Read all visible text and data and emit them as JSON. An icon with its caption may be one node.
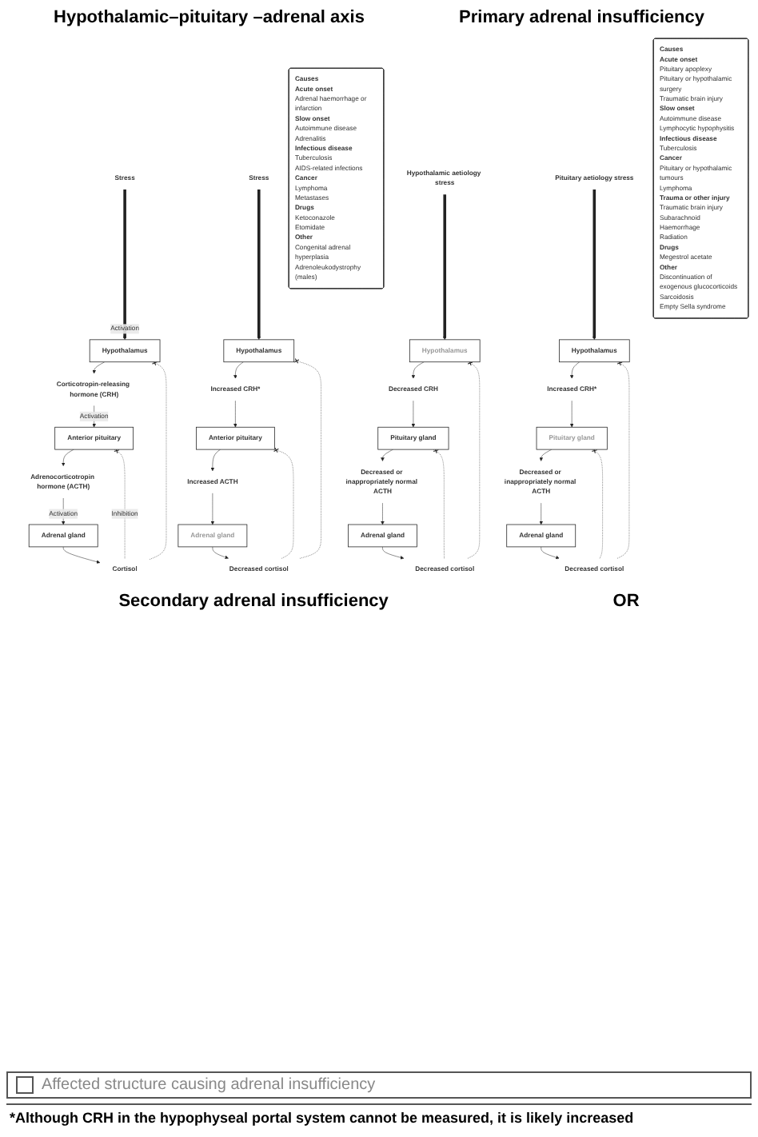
{
  "diagram": {
    "caption": "*Although CRH in the hypophyseal portal system cannot be measured, it is likely increased",
    "nodes": [
      {
        "text": [
          "Stress"
        ]
      },
      {
        "text": [
          "Hypothalamus"
        ]
      },
      {
        "text": [
          "Corticotropin-releasing hormone (CRH)"
        ]
      },
      {
        "text": [
          "Anterior pituitary"
        ]
      },
      {
        "text": [
          "Adrenocorticotropin hormone (ACTH)"
        ]
      },
      {
        "text": [
          "Adrenal gland"
        ]
      },
      {
        "text": [
          "Cortisol"
        ]
      },
      {
        "text": [
          "Stress"
        ]
      },
      {
        "text": [
          "Hypothalamus"
        ]
      },
      {
        "text": [
          "Increased CRH*"
        ]
      },
      {
        "text": [
          "Anterior pituitary"
        ]
      },
      {
        "text": [
          "Increased ACTH"
        ]
      },
      {
        "text": [
          "Adrenal gland"
        ]
      },
      {
        "text": [
          "Decreased cortisol"
        ]
      },
      {
        "text": [
          "Causes",
          "Acute onset",
          "Adrenal haemorrhage or infarction",
          "Slow onset",
          "Autoimmune disease",
          "Adrenalitis",
          "Infectious disease",
          "Tuberculosis",
          "AIDS-related infections",
          "Cancer",
          "Lymphoma",
          "Metastases",
          "Drugs",
          "Ketoconazole",
          "Etomidate",
          "Other",
          "Congenital adrenal hyperplasia",
          "Adrenoleukodystrophy (males)"
        ]
      },
      {
        "text": [
          "Hypothalamic aetiology stress"
        ]
      },
      {
        "text": [
          "Hypothalamus"
        ]
      },
      {
        "text": [
          "Decreased CRH"
        ]
      },
      {
        "text": [
          "Pituitary gland"
        ]
      },
      {
        "text": [
          "Decreased or inappropriately normal ACTH"
        ]
      },
      {
        "text": [
          "Adrenal gland"
        ]
      },
      {
        "text": [
          "Decreased cortisol"
        ]
      },
      {
        "text": [
          "Pituitary aetiology stress"
        ]
      },
      {
        "text": [
          "Hypothalamus"
        ]
      },
      {
        "text": [
          "Increased CRH*"
        ]
      },
      {
        "text": [
          "Pituitary gland"
        ]
      },
      {
        "text": [
          "Decreased or inappropriately normal ACTH"
        ]
      },
      {
        "text": [
          "Adrenal gland"
        ]
      },
      {
        "text": [
          "Decreased cortisol"
        ]
      },
      {
        "text": [
          "Causes",
          "Acute onset",
          "Pituitary apoplexy",
          "Pituitary or hypothalamic surgery",
          "Traumatic brain injury",
          "Slow onset",
          "Autoimmune disease",
          "Lymphocytic hypophysitis",
          "Infectious disease",
          "Tuberculosis",
          "Cancer",
          "Pituitary or hypothalamic tumours",
          "Lymphoma",
          "Trauma or other injury",
          "Traumatic brain injury",
          "Subarachnoid",
          "Haemorrhage",
          "Radiation",
          "Drugs",
          "Megestrol acetate",
          "Other",
          "Discontinuation of exogenous glucocorticoids",
          "Sarcoidosis",
          "Empty Sella syndrome"
        ]
      }
    ],
    "edges": [
      {
        "from": 0,
        "to": 1,
        "arrow": "to",
        "style": "thick",
        "label": "Activation"
      },
      {
        "from": 1,
        "to": 2,
        "arrow": "to"
      },
      {
        "from": 2,
        "to": 3,
        "arrow": "to",
        "label": "Activation"
      },
      {
        "from": 3,
        "to": 4,
        "arrow": "to"
      },
      {
        "from": 4,
        "to": 5,
        "arrow": "to",
        "label": "Activation"
      },
      {
        "from": 5,
        "to": 6,
        "arrow": "to"
      },
      {
        "from": 6,
        "to": 1,
        "arrow": "other",
        "style": "dashed"
      },
      {
        "from": 6,
        "to": 3,
        "arrow": "other",
        "style": "dashed",
        "label": "Inhibition"
      },
      {
        "from": 7,
        "to": 8,
        "arrow": "to",
        "style": "thick"
      },
      {
        "from": 8,
        "to": 9,
        "arrow": "to"
      },
      {
        "from": 9,
        "to": 10,
        "arrow": "to"
      },
      {
        "from": 10,
        "to": 11,
        "arrow": "to"
      },
      {
        "from": 11,
        "to": 12,
        "arrow": "to"
      },
      {
        "from": 12,
        "to": 13,
        "arrow": "to"
      },
      {
        "from": 13,
        "to": 8,
        "arrow": "other",
        "style": "dashed"
      },
      {
        "from": 13,
        "to": 10,
        "arrow": "other",
        "style": "dashed"
      },
      {
        "from": 15,
        "to": 16,
        "arrow": "to",
        "style": "thick"
      },
      {
        "from": 16,
        "to": 17,
        "arrow": "to"
      },
      {
        "from": 17,
        "to": 18,
        "arrow": "to"
      },
      {
        "from": 18,
        "to": 19,
        "arrow": "to"
      },
      {
        "from": 19,
        "to": 20,
        "arrow": "to"
      },
      {
        "from": 20,
        "to": 21,
        "arrow": "to"
      },
      {
        "from": 21,
        "to": 16,
        "arrow": "other",
        "style": "dashed"
      },
      {
        "from": 21,
        "to": 18,
        "arrow": "other",
        "style": "dashed"
      },
      {
        "from": 22,
        "to": 23,
        "arrow": "to",
        "style": "thick"
      },
      {
        "from": 23,
        "to": 24,
        "arrow": "to"
      },
      {
        "from": 24,
        "to": 25,
        "arrow": "to"
      },
      {
        "from": 25,
        "to": 26,
        "arrow": "to"
      },
      {
        "from": 26,
        "to": 27,
        "arrow": "to"
      },
      {
        "from": 27,
        "to": 28,
        "arrow": "to"
      },
      {
        "from": 28,
        "to": 23,
        "arrow": "other",
        "style": "dashed"
      },
      {
        "from": 28,
        "to": 25,
        "arrow": "other",
        "style": "dashed"
      }
    ],
    "labels": [
      "Hypothalamic–pituitary –adrenal axis",
      "Primary adrenal insufficiency",
      "Secondary adrenal insufficiency",
      "OR"
    ],
    "legend": [
      {
        "text": "Affected structure causing adrenal insufficiency"
      }
    ]
  }
}
